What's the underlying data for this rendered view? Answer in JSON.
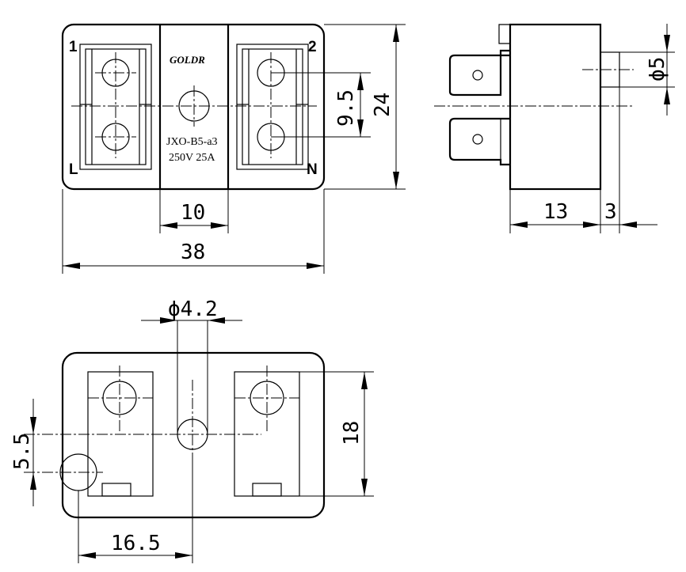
{
  "terminals": {
    "t1": "1",
    "t2": "2",
    "tL": "L",
    "tN": "N"
  },
  "brand": "GOLDR",
  "model": "JXO-B5-a3",
  "rating": "250V 25A",
  "dimensions": {
    "width_overall": "38",
    "center_gap": "10",
    "height_overall": "24",
    "pin_spacing": "9.5",
    "stud_diameter": "ϕ5",
    "body_depth": "13",
    "stud_length": "3",
    "hole_diameter": "ϕ4.2",
    "base_height": "18",
    "hole_offset_y": "5.5",
    "hole_offset_x": "16.5"
  }
}
